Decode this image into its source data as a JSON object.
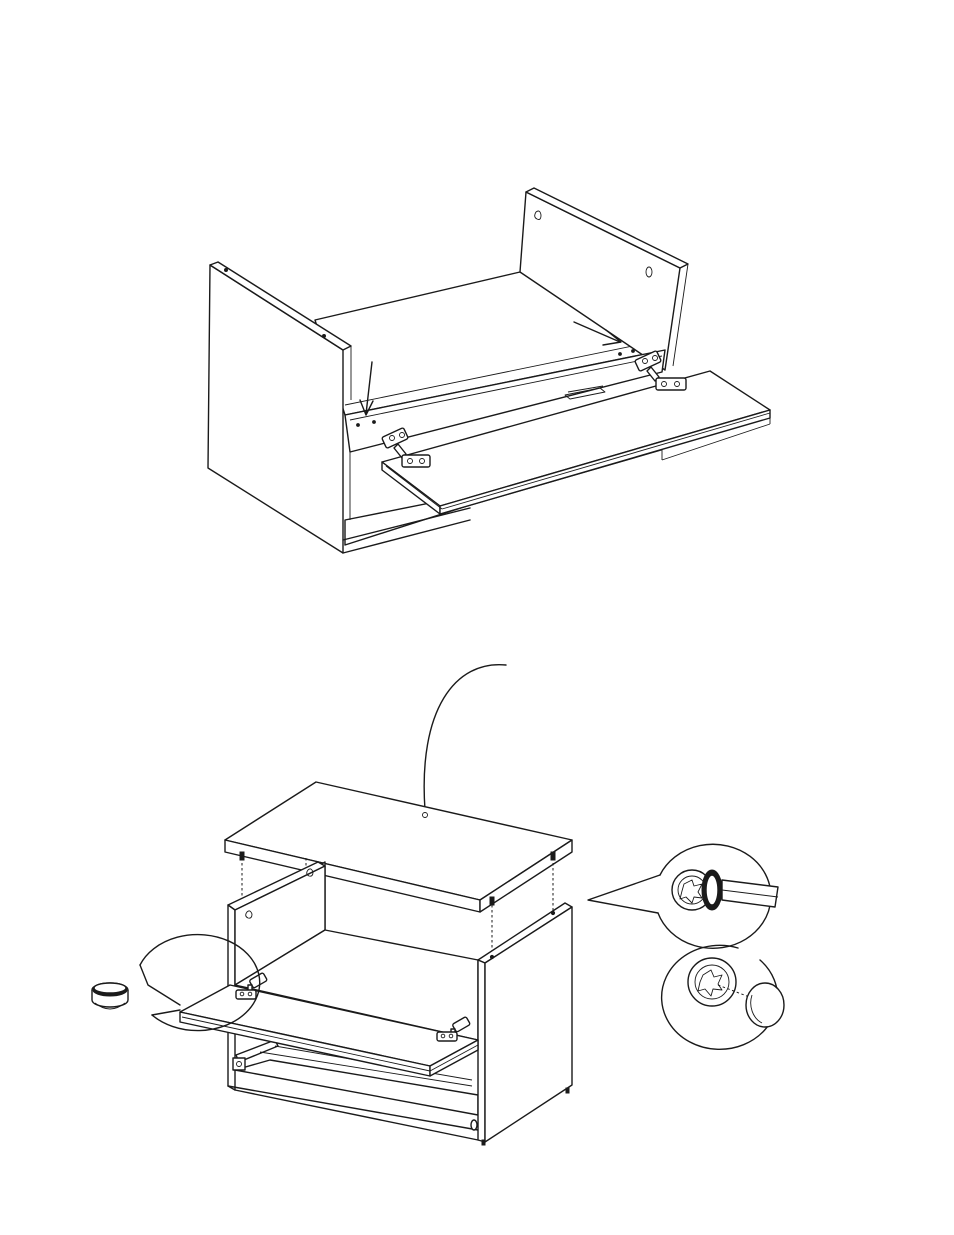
{
  "document": {
    "type": "assembly-instructions",
    "steps": [
      {
        "id": "step-1",
        "description": ""
      },
      {
        "id": "step-2",
        "description": ""
      }
    ]
  },
  "colors": {
    "line": "#1a1a1a",
    "background": "#ffffff"
  },
  "icons": [
    "arrow-icon",
    "hinge-icon",
    "screw-icon",
    "screwdriver-icon",
    "cap-icon",
    "dowel-icon"
  ]
}
